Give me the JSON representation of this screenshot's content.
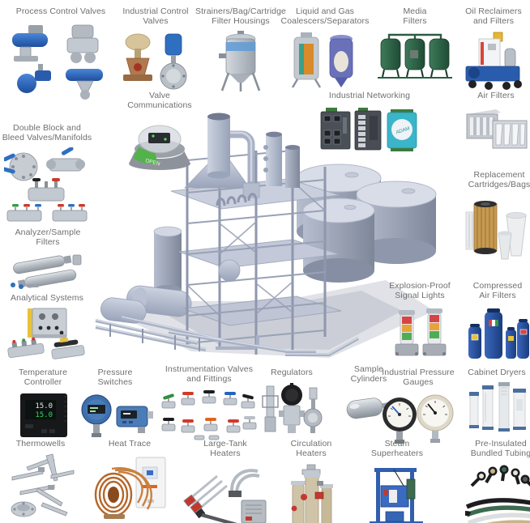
{
  "page": {
    "background": "#ffffff",
    "label_color": "#6f6f6f",
    "description": "Industrial process plant product category map"
  },
  "colors": {
    "actuator_blue": "#2f6fc0",
    "media_filter_green": "#2e6b4f",
    "plant_steel": "#aab3c6",
    "signal_red": "#d64545",
    "signal_amber": "#e8a23a",
    "signal_green": "#4fae52",
    "heater_tan": "#cfc3a8",
    "copper": "#b5672a",
    "cart_blue": "#2a5cad"
  },
  "categories": [
    {
      "id": "process-control-valves",
      "label": "Process Control Valves"
    },
    {
      "id": "industrial-control-valves",
      "label": "Industrial Control Valves"
    },
    {
      "id": "strainer-housings",
      "label": "Strainers/Bag/Cartridge Filter Housings"
    },
    {
      "id": "coalescers",
      "label": "Liquid and Gas Coalescers/Separators"
    },
    {
      "id": "media-filters",
      "label": "Media Filters"
    },
    {
      "id": "oil-reclaimers",
      "label": "Oil Reclaimers and Filters"
    },
    {
      "id": "valve-communications",
      "label": "Valve Communications"
    },
    {
      "id": "industrial-networking",
      "label": "Industrial Networking"
    },
    {
      "id": "air-filters",
      "label": "Air Filters"
    },
    {
      "id": "double-block-bleed",
      "label": "Double Block and Bleed Valves/Manifolds"
    },
    {
      "id": "replacement-cartridges",
      "label": "Replacement Cartridges/Bags"
    },
    {
      "id": "analyzer-sample-filters",
      "label": "Analyzer/Sample Filters"
    },
    {
      "id": "analytical-systems",
      "label": "Analytical Systems"
    },
    {
      "id": "explosion-proof-signal-lights",
      "label": "Explosion-Proof Signal Lights"
    },
    {
      "id": "compressed-air-filters",
      "label": "Compressed Air Filters"
    },
    {
      "id": "temperature-controller",
      "label": "Temperature Controller"
    },
    {
      "id": "pressure-switches",
      "label": "Pressure Switches"
    },
    {
      "id": "instrumentation-valves",
      "label": "Instrumentation Valves and Fittings"
    },
    {
      "id": "regulators",
      "label": "Regulators"
    },
    {
      "id": "sample-cylinders",
      "label": "Sample Cylinders"
    },
    {
      "id": "industrial-pressure-gauges",
      "label": "Industrial Pressure Gauges"
    },
    {
      "id": "cabinet-dryers",
      "label": "Cabinet Dryers"
    },
    {
      "id": "thermowells",
      "label": "Thermowells"
    },
    {
      "id": "heat-trace",
      "label": "Heat Trace"
    },
    {
      "id": "large-tank-heaters",
      "label": "Large-Tank Heaters"
    },
    {
      "id": "circulation-heaters",
      "label": "Circulation Heaters"
    },
    {
      "id": "steam-superheaters",
      "label": "Steam Superheaters"
    },
    {
      "id": "pre-insulated-tubing",
      "label": "Pre-Insulated Bundled Tubing"
    }
  ],
  "details": {
    "valve_comm_band": "OPEN",
    "temperature_display_line1": "15.0",
    "temperature_display_line2": "15.0",
    "networking_module_label": "ADAM"
  }
}
